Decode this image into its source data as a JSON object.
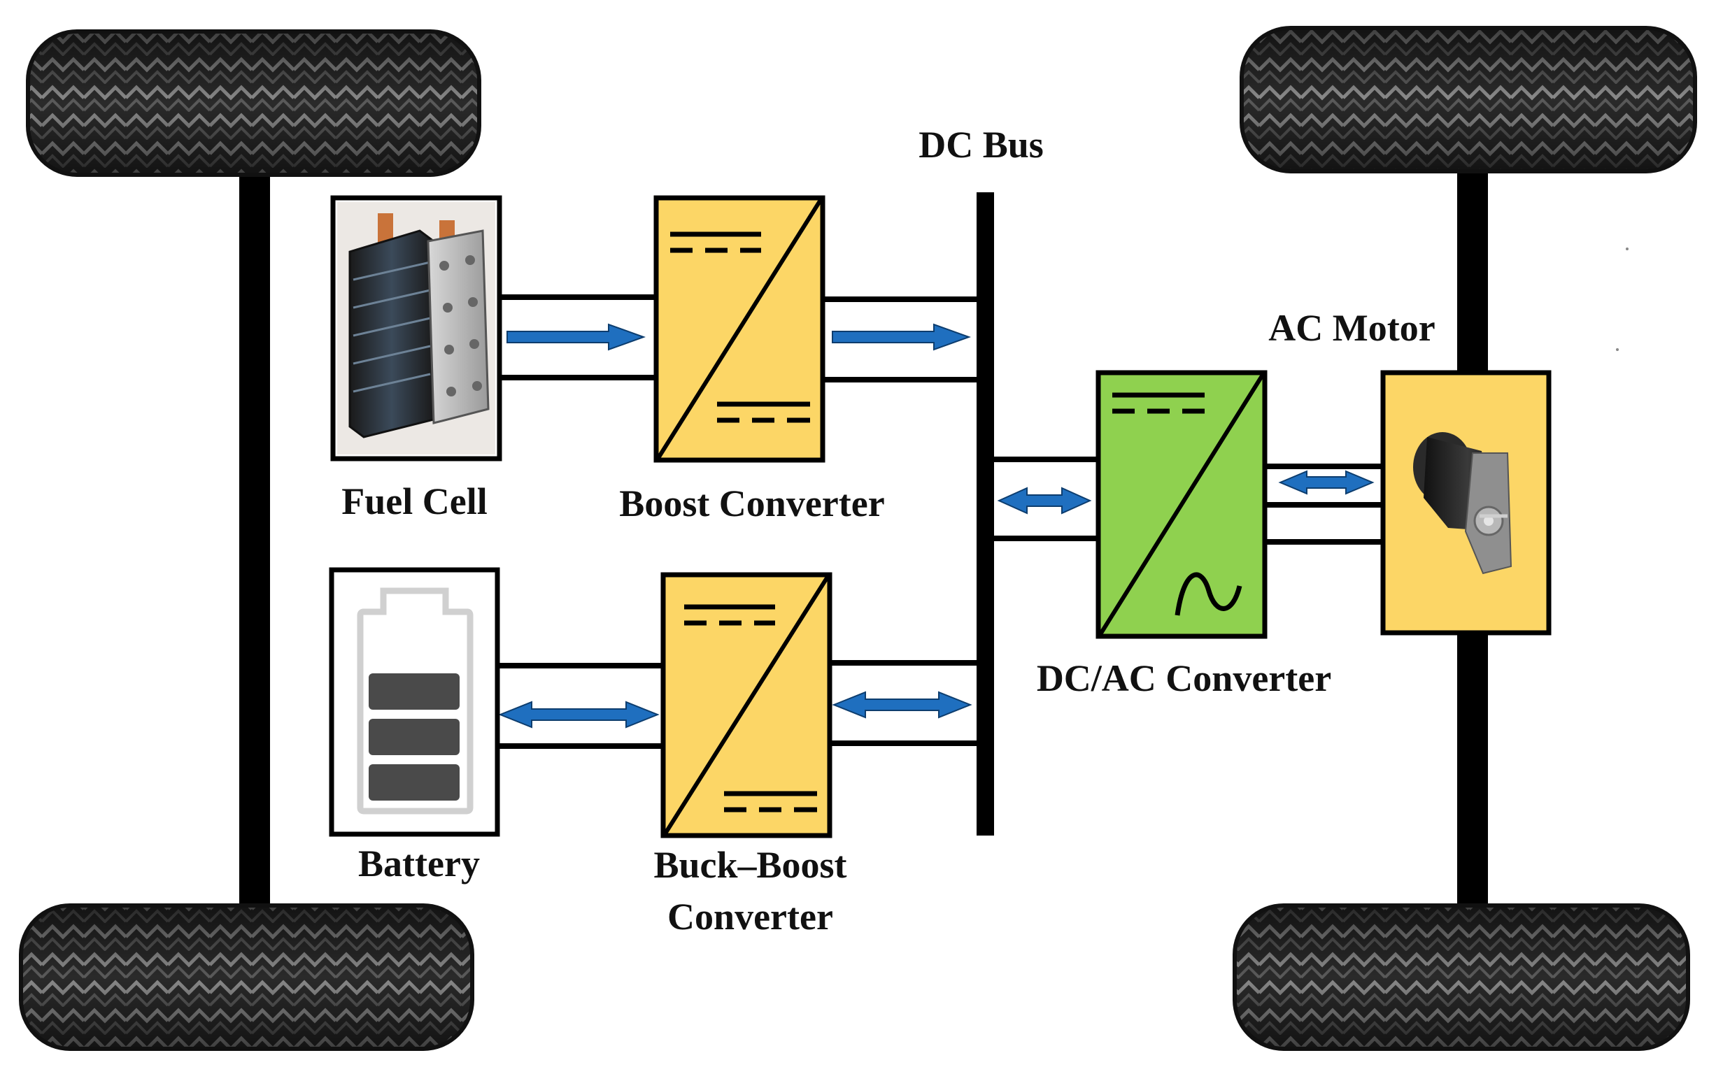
{
  "diagram": {
    "dc_bus_label": "DC Bus",
    "fuel_cell_label": "Fuel Cell",
    "boost_converter_label": "Boost Converter",
    "battery_label": "Battery",
    "buck_boost_label_line1": "Buck–Boost",
    "buck_boost_label_line2": "Converter",
    "dc_ac_converter_label": "DC/AC Converter",
    "ac_motor_label": "AC Motor"
  },
  "colors": {
    "converter_dc_fill": "#fcd666",
    "converter_ac_fill": "#8fd14f",
    "motor_box_fill": "#fcd666",
    "arrow_blue": "#1f6fbf",
    "axle_black": "#000000",
    "tire_dark": "#1e1e1e"
  },
  "icons": {
    "fuel_cell": "fuel-cell-stack-icon",
    "battery": "battery-icon",
    "motor": "ac-motor-icon",
    "tire": "tire-icon",
    "ac_symbol": "sine-wave-icon"
  }
}
